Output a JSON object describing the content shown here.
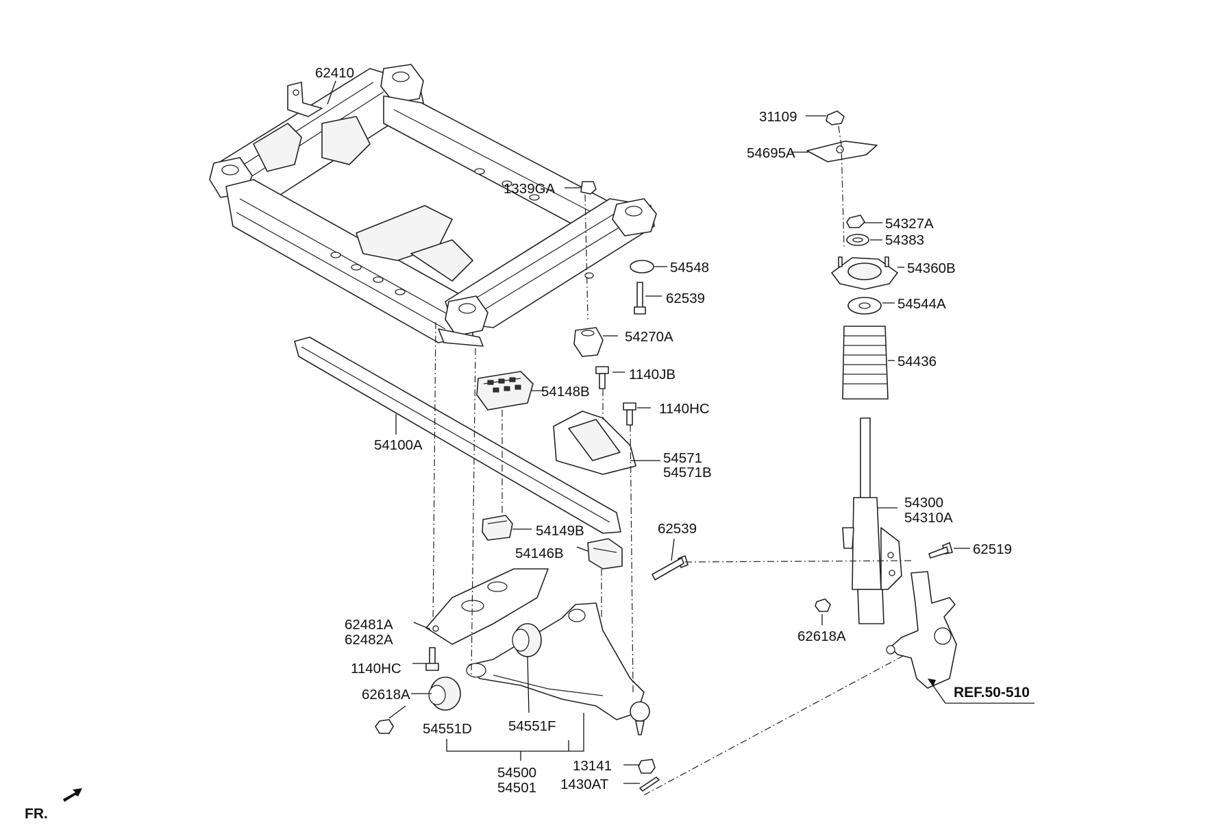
{
  "labels": {
    "p62410": "62410",
    "p1339GA": "1339GA",
    "p54548": "54548",
    "p62539a": "62539",
    "p54270A": "54270A",
    "p1140JB": "1140JB",
    "p54148B": "54148B",
    "p1140HCa": "1140HC",
    "p54571": "54571",
    "p54571B": "54571B",
    "p54100A": "54100A",
    "p54149B": "54149B",
    "p54146B": "54146B",
    "p62539b": "62539",
    "p62481A": "62481A",
    "p62482A": "62482A",
    "p1140HCb": "1140HC",
    "p62618Aa": "62618A",
    "p54551D": "54551D",
    "p54551F": "54551F",
    "p54500": "54500",
    "p54501": "54501",
    "p13141": "13141",
    "p1430AT": "1430AT",
    "p31109": "31109",
    "p54695A": "54695A",
    "p54327A": "54327A",
    "p54383": "54383",
    "p54360B": "54360B",
    "p54544A": "54544A",
    "p54436": "54436",
    "p54300": "54300",
    "p54310A": "54310A",
    "p62519": "62519",
    "p62618Ab": "62618A",
    "ref": "REF.50-510",
    "fr": "FR."
  }
}
